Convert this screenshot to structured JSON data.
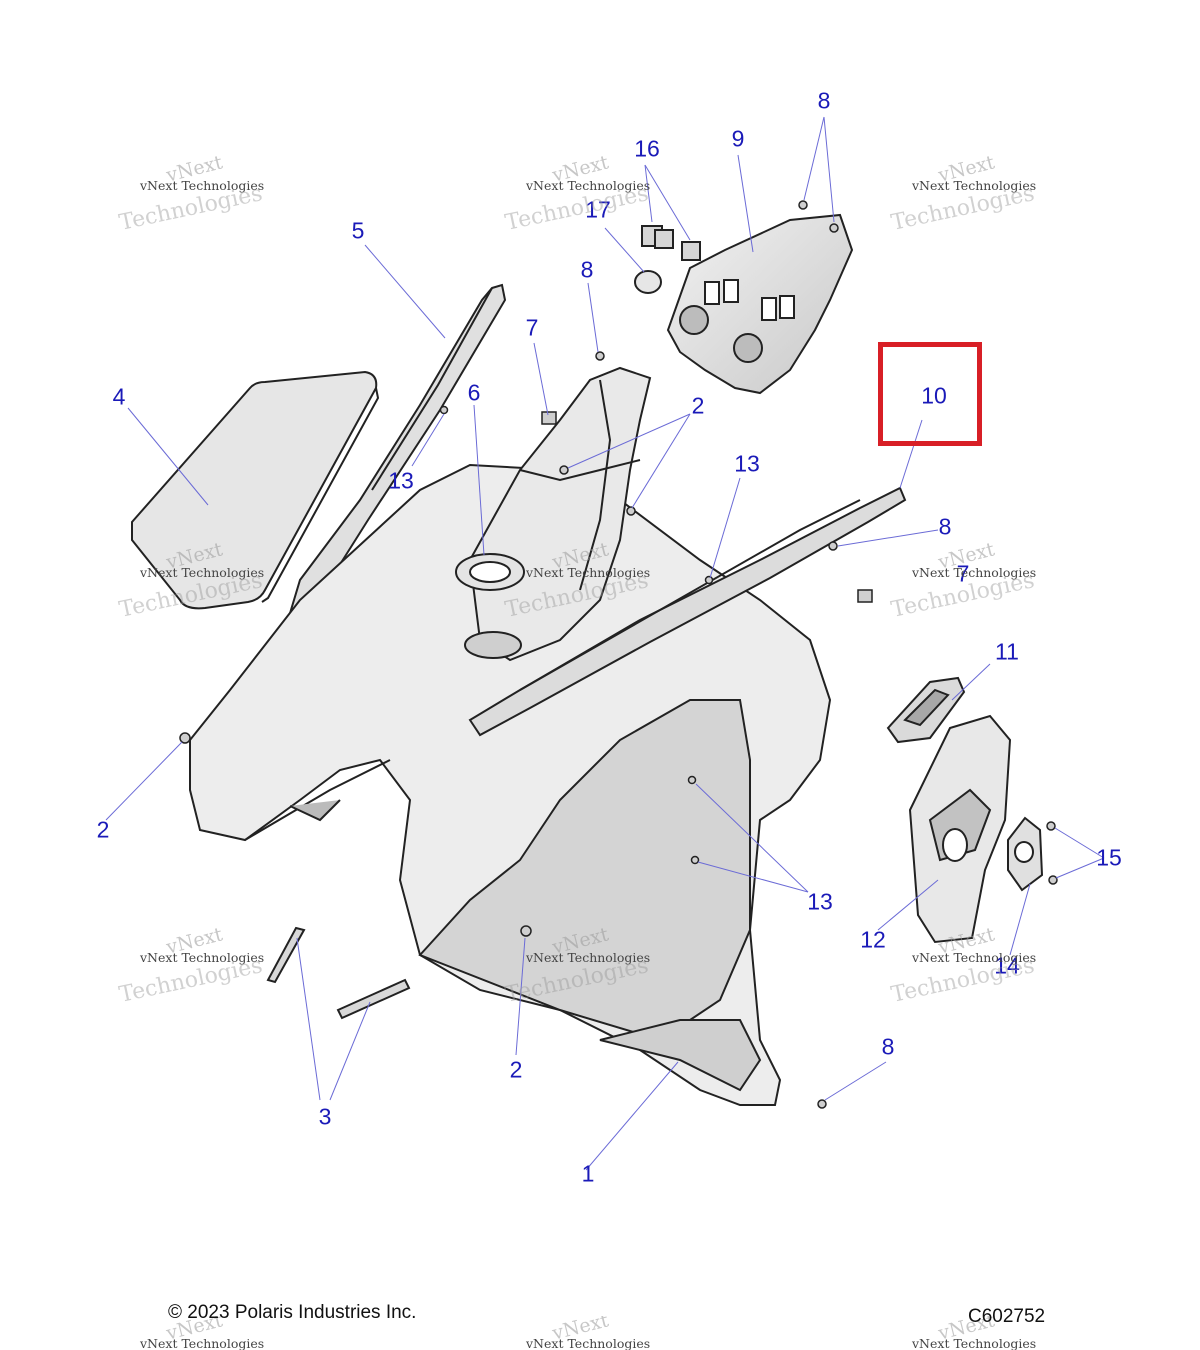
{
  "footer": {
    "copyright": "© 2023 Polaris Industries Inc.",
    "diagram_code": "C602752"
  },
  "watermark": {
    "line1": "vNext",
    "line2": "vNext Technologies",
    "line3": "Technologies"
  },
  "callouts": [
    "1",
    "2",
    "2",
    "2",
    "2",
    "3",
    "4",
    "5",
    "6",
    "7",
    "7",
    "8",
    "8",
    "8",
    "8",
    "9",
    "10",
    "11",
    "12",
    "13",
    "13",
    "13",
    "14",
    "15",
    "16",
    "17"
  ],
  "colors": {
    "callout_text": "#1a1ab8",
    "leader_line": "#6b6bd6",
    "highlight": "#d81f26",
    "part_fill": "#d9d9d9",
    "part_outline": "#222222"
  },
  "highlighted_callout": "10"
}
